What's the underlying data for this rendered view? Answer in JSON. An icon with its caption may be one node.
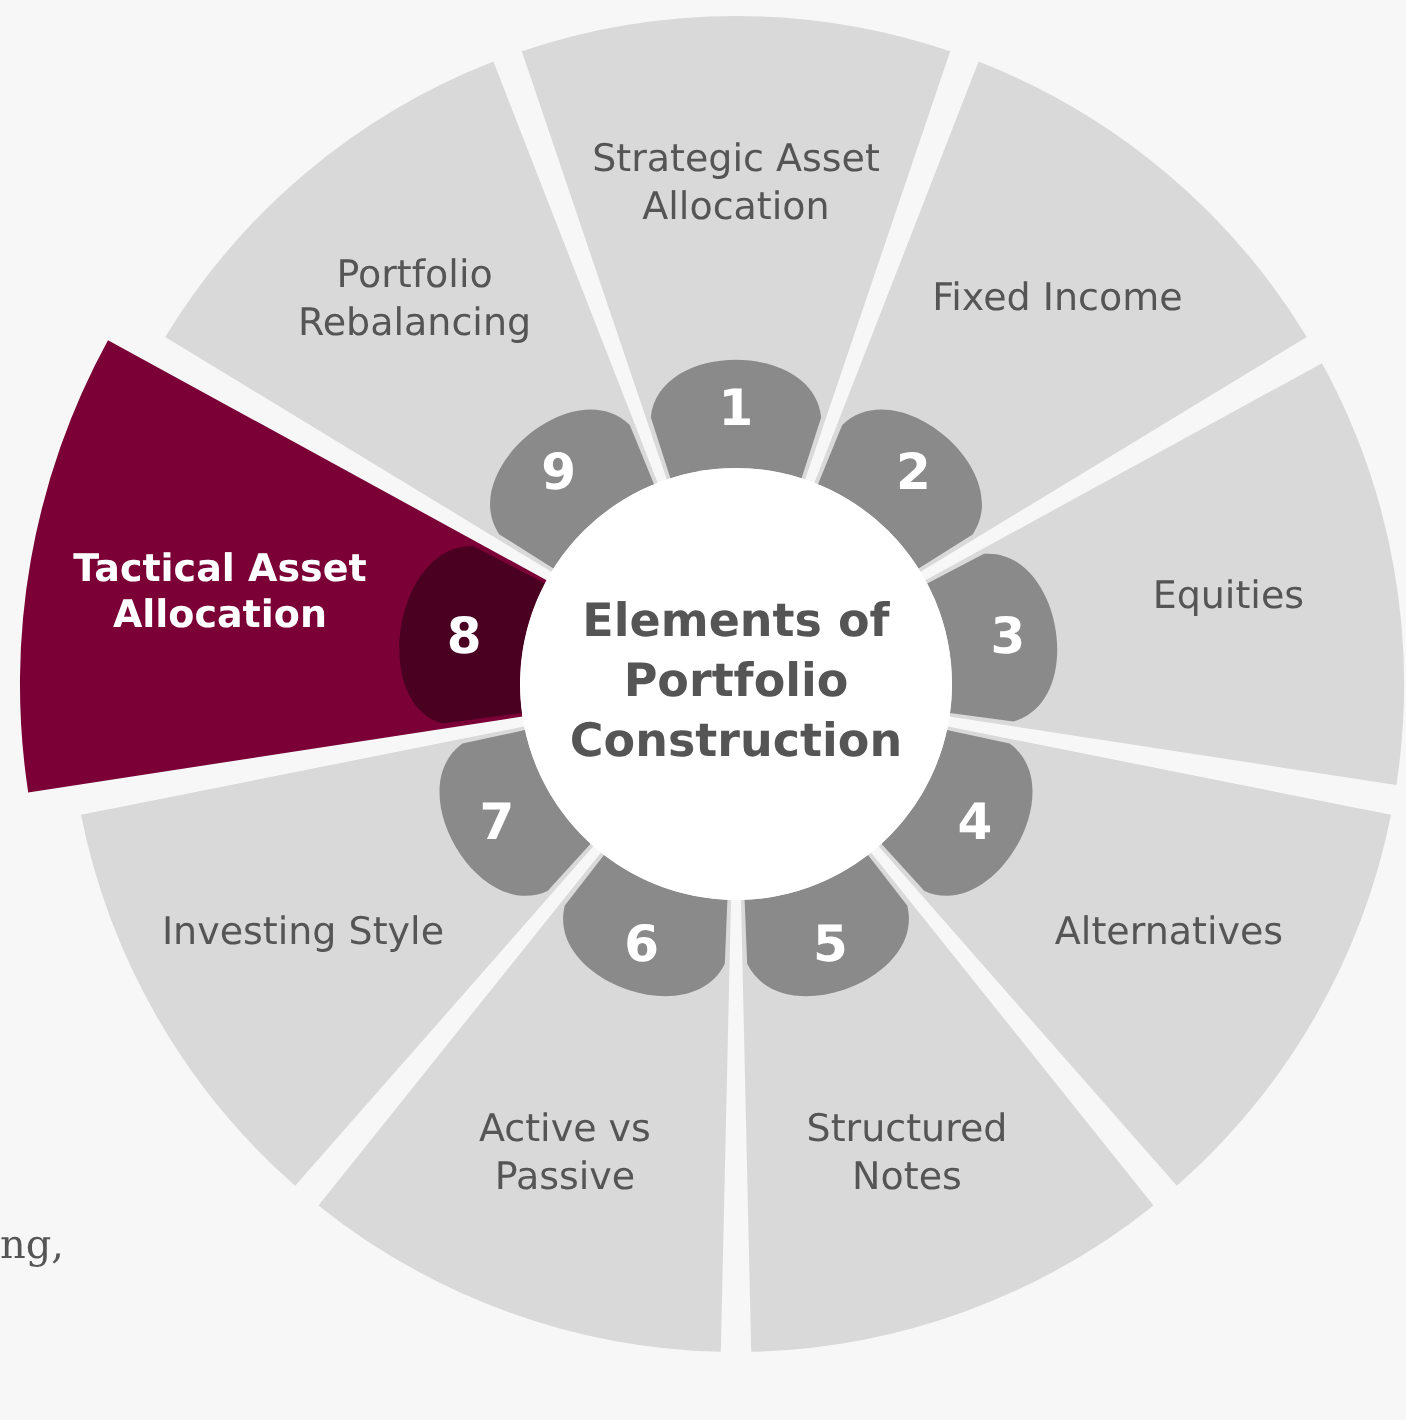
{
  "diagram": {
    "nodes": [
      {
        "text": [
          "Elements of Portfolio Construction"
        ]
      },
      {
        "text": [
          "Strategic Asset Allocation",
          "1"
        ]
      },
      {
        "text": [
          "Fixed Income",
          "2"
        ]
      },
      {
        "text": [
          "Equities",
          "3"
        ]
      },
      {
        "text": [
          "4",
          "Alternatives"
        ]
      },
      {
        "text": [
          "5",
          "Structured Notes"
        ]
      },
      {
        "text": [
          "6",
          "Active vs Passive"
        ]
      },
      {
        "text": [
          "7",
          "Investing Style"
        ]
      },
      {
        "text": [
          "Tactical Asset Allocation",
          "8"
        ]
      },
      {
        "text": [
          "Portfolio Rebalancing",
          "9"
        ]
      }
    ],
    "labels": [
      "ng,"
    ]
  }
}
